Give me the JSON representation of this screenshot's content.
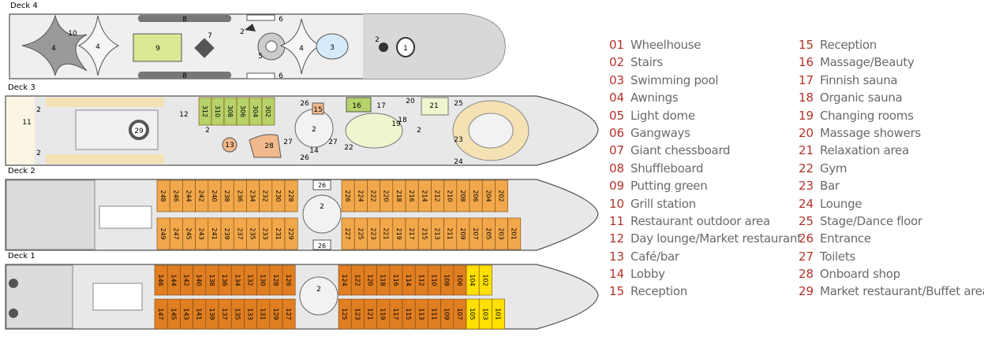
{
  "decks": {
    "deck4": {
      "label": "Deck 4",
      "markers": {
        "m10": "10",
        "m4a": "4",
        "m4b": "4",
        "m9": "9",
        "m7": "7",
        "m8top": "8",
        "m8bot": "8",
        "m6top": "6",
        "m6bot": "6",
        "m2a": "2",
        "m5": "5",
        "m4c": "4",
        "m3": "3",
        "m2b": "2",
        "m1": "1"
      }
    },
    "deck3": {
      "label": "Deck 3",
      "cabins": [
        "312",
        "310",
        "308",
        "306",
        "304",
        "302"
      ],
      "markers": {
        "m11": "11",
        "m2a": "2",
        "m2b": "2",
        "m29": "29",
        "m12": "12",
        "m2c": "2",
        "m13": "13",
        "m28": "28",
        "m27a": "27",
        "m27b": "27",
        "m14": "14",
        "m26a": "26",
        "m26b": "26",
        "m15": "15",
        "m2d": "2",
        "m16": "16",
        "m17": "17",
        "m20": "20",
        "m19": "19",
        "m18": "18",
        "m22": "22",
        "m21": "21",
        "m25": "25",
        "m2e": "2",
        "m23": "23",
        "m24": "24"
      }
    },
    "deck2": {
      "label": "Deck 2",
      "cabins_top_left": [
        "248",
        "246",
        "244",
        "242",
        "240",
        "238",
        "236",
        "234",
        "232",
        "230",
        "228"
      ],
      "cabins_top_right": [
        "226",
        "224",
        "222",
        "220",
        "218",
        "216",
        "214",
        "212",
        "210",
        "208",
        "206",
        "204",
        "202"
      ],
      "cabins_bottom_left": [
        "249",
        "247",
        "245",
        "243",
        "241",
        "239",
        "237",
        "235",
        "233",
        "231",
        "229"
      ],
      "cabins_bottom_right": [
        "227",
        "225",
        "223",
        "221",
        "219",
        "217",
        "215",
        "213",
        "211",
        "209",
        "207",
        "205",
        "203",
        "201"
      ],
      "markers": {
        "m26top": "26",
        "m26bot": "26",
        "m2": "2"
      }
    },
    "deck1": {
      "label": "Deck 1",
      "cabins_top_left": [
        "146",
        "144",
        "142",
        "140",
        "138",
        "136",
        "134",
        "132",
        "130",
        "128",
        "126"
      ],
      "cabins_top_right": [
        "124",
        "122",
        "120",
        "118",
        "116",
        "114",
        "112",
        "110",
        "108",
        "106",
        "104",
        "102"
      ],
      "cabins_bottom_left": [
        "147",
        "145",
        "143",
        "141",
        "139",
        "137",
        "135",
        "133",
        "131",
        "129",
        "127"
      ],
      "cabins_bottom_right": [
        "125",
        "123",
        "121",
        "119",
        "117",
        "115",
        "113",
        "111",
        "109",
        "107",
        "105",
        "103",
        "101"
      ],
      "markers": {
        "m2": "2"
      }
    }
  },
  "legend": [
    {
      "num": "01",
      "label": "Wheelhouse"
    },
    {
      "num": "02",
      "label": "Stairs"
    },
    {
      "num": "03",
      "label": "Swimming pool"
    },
    {
      "num": "04",
      "label": "Awnings"
    },
    {
      "num": "05",
      "label": "Light dome"
    },
    {
      "num": "06",
      "label": "Gangways"
    },
    {
      "num": "07",
      "label": "Giant chessboard"
    },
    {
      "num": "08",
      "label": "Shuffleboard"
    },
    {
      "num": "09",
      "label": "Putting green"
    },
    {
      "num": "10",
      "label": "Grill station"
    },
    {
      "num": "11",
      "label": "Restaurant outdoor area"
    },
    {
      "num": "12",
      "label": "Day lounge/Market restaurant"
    },
    {
      "num": "13",
      "label": "Café/bar"
    },
    {
      "num": "14",
      "label": "Lobby"
    },
    {
      "num": "15",
      "label": "Reception"
    },
    {
      "num": "15",
      "label": "Reception"
    },
    {
      "num": "16",
      "label": "Massage/Beauty"
    },
    {
      "num": "17",
      "label": "Finnish sauna"
    },
    {
      "num": "18",
      "label": "Organic sauna"
    },
    {
      "num": "19",
      "label": "Changing rooms"
    },
    {
      "num": "20",
      "label": "Massage showers"
    },
    {
      "num": "21",
      "label": "Relaxation area"
    },
    {
      "num": "22",
      "label": "Gym"
    },
    {
      "num": "23",
      "label": "Bar"
    },
    {
      "num": "24",
      "label": "Lounge"
    },
    {
      "num": "25",
      "label": "Stage/Dance floor"
    },
    {
      "num": "26",
      "label": "Entrance"
    },
    {
      "num": "27",
      "label": "Toilets"
    },
    {
      "num": "28",
      "label": "Onboard shop"
    },
    {
      "num": "29",
      "label": "Market restaurant/Buffet area"
    }
  ],
  "colors": {
    "hull": "#e6e6e6",
    "outline": "#555555",
    "dark": "#6f6f6f",
    "cabin_deck3": "#b6d26a",
    "cabin_deck2": "#f2a84a",
    "cabin_deck1": "#e07e22",
    "cabin_deck1_front": "#ffe000",
    "putting_green": "#dde895",
    "pool": "#d7eaf9",
    "shop": "#f2b98c",
    "accent_num": "#b3322a"
  }
}
